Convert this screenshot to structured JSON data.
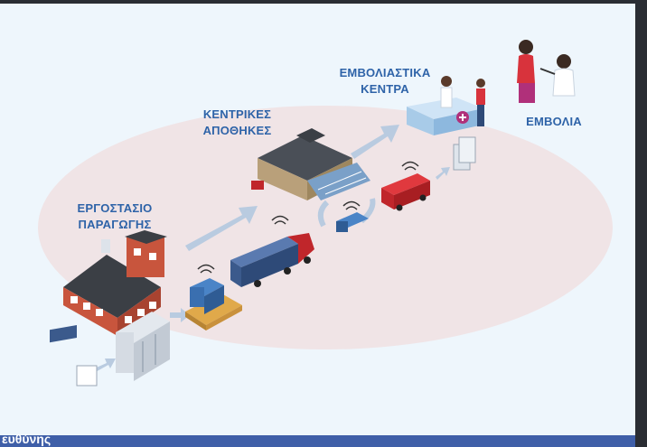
{
  "labels": {
    "factory": [
      "ΕΡΓΟΣΤΑΣΙΟ",
      "ΠΑΡΑΓΩΓΗΣ"
    ],
    "warehouses": [
      "ΚΕΝΤΡΙΚΕΣ",
      "ΑΠΟΘΗΚΕΣ"
    ],
    "vaccination_centers": [
      "ΕΜΒΟΛΙΑΣΤΙΚΑ",
      "ΚΕΝΤΡΑ"
    ],
    "vaccination": "ΕΜΒΟΛΙΑ"
  },
  "bottom_bar_text": "ευθύνης",
  "colors": {
    "label_blue": "#2e63a8",
    "ellipse": "#f0e4e6",
    "arrow": "#b9cbe0",
    "truck_red": "#c0262b",
    "truck_container": "#3b5a8c",
    "building_roof": "#3b3f45",
    "building_wall": "#c8553d"
  },
  "icons": [
    "factory-icon",
    "warehouse-icon",
    "truck-icon",
    "van-icon",
    "pallet-icon",
    "freezer-icon",
    "reception-desk-icon",
    "nurse-icon",
    "vaccination-people-icon",
    "wifi-signal-icon"
  ]
}
